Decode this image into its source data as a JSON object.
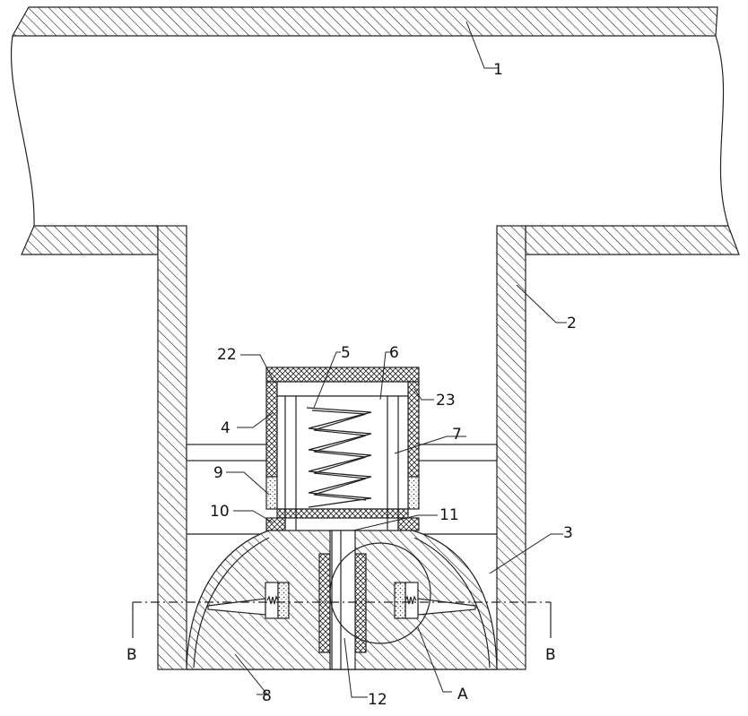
{
  "labels": {
    "l1": "1",
    "l2": "2",
    "l3": "3",
    "l4": "4",
    "l5": "5",
    "l6": "6",
    "l7": "7",
    "l8": "8",
    "l9": "9",
    "l10": "10",
    "l11": "11",
    "l12": "12",
    "l22": "22",
    "l23": "23",
    "lA": "A",
    "lB_left": "B",
    "lB_right": "B"
  }
}
